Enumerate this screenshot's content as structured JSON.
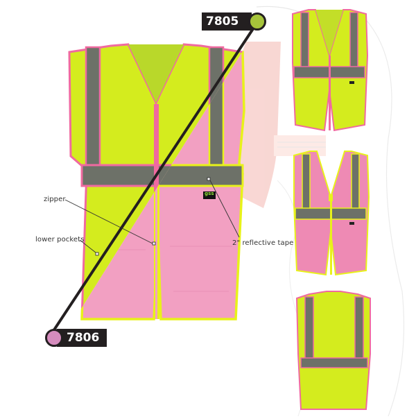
{
  "models": {
    "top": {
      "number": "7805",
      "color": "#a6c43a",
      "description": "lime vest with pink trim"
    },
    "bottom": {
      "number": "7806",
      "color": "#d58cbd",
      "description": "pink/lime split vest with lime trim"
    }
  },
  "callouts": {
    "zipper": "zipper",
    "lower_pockets": "lower pockets",
    "reflective_tape": "2\" reflective tape"
  },
  "logo": {
    "text": "gss"
  },
  "colors": {
    "lime": "#d4ec1e",
    "pink": "#f2a0c2",
    "hot_pink": "#ee8ab4",
    "pink_trim": "#f06aa0",
    "reflective": "#6d7168",
    "badge_bg": "#231f20",
    "model_sketch": "#f6c9c4"
  }
}
